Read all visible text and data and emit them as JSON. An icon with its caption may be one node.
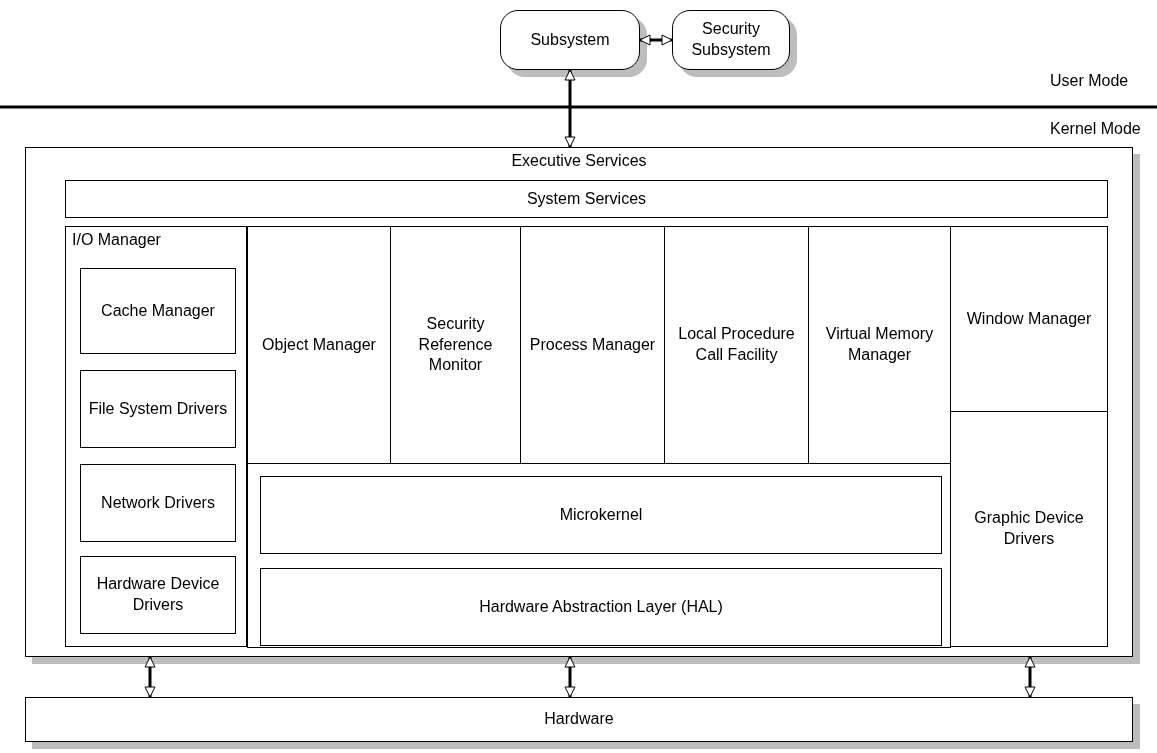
{
  "diagram": {
    "nodes": [
      {
        "text": [
          "Subsystem"
        ]
      },
      {
        "text": [
          "Security Subsystem"
        ]
      },
      {
        "text": [
          "Executive Services"
        ]
      },
      {
        "text": [
          "System Services"
        ],
        "in": 2
      },
      {
        "text": [
          "I/O Manager"
        ],
        "in": 2
      },
      {
        "text": [
          "Cache Manager"
        ],
        "in": 4
      },
      {
        "text": [
          "File System Drivers"
        ],
        "in": 4
      },
      {
        "text": [
          "Network Drivers"
        ],
        "in": 4
      },
      {
        "text": [
          "Hardware Device Drivers"
        ],
        "in": 4
      },
      {
        "text": [
          "Object Manager"
        ],
        "in": 2
      },
      {
        "text": [
          "Security Reference Monitor"
        ],
        "in": 2
      },
      {
        "text": [
          "Process Manager"
        ],
        "in": 2
      },
      {
        "text": [
          "Local Procedure Call Facility"
        ],
        "in": 2
      },
      {
        "text": [
          "Virtual Memory Manager"
        ],
        "in": 2
      },
      {
        "text": [
          "Window Manager"
        ],
        "in": 2
      },
      {
        "text": [
          "Graphic Device Drivers"
        ],
        "in": 2
      },
      {
        "text": [
          "Microkernel"
        ],
        "in": 2
      },
      {
        "text": [
          "Hardware Abstraction Layer (HAL)"
        ],
        "in": 2
      },
      {
        "text": [
          "Hardware"
        ]
      }
    ],
    "edges": [
      {
        "from": 0,
        "to": 1,
        "arrow": "both"
      },
      {
        "from": 0,
        "to": 2,
        "arrow": "both"
      },
      {
        "from": 2,
        "to": 18,
        "arrow": "both"
      },
      {
        "from": 2,
        "to": 18,
        "arrow": "both"
      },
      {
        "from": 2,
        "to": 18,
        "arrow": "both"
      }
    ],
    "labels": [
      "User Mode",
      "Kernel Mode"
    ]
  }
}
